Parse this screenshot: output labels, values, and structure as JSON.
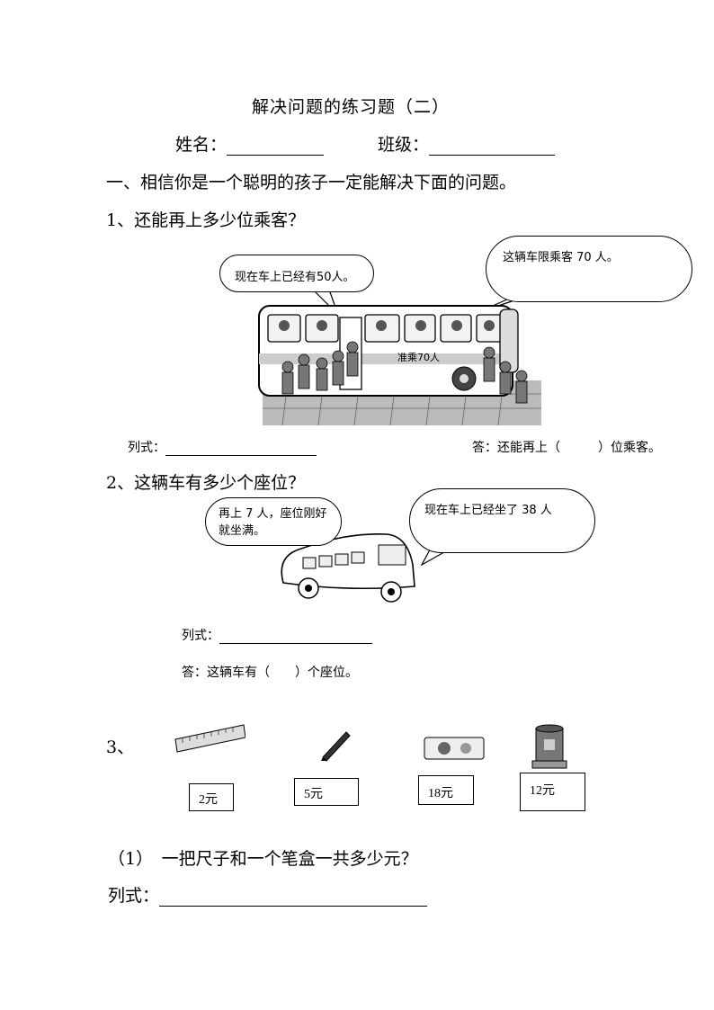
{
  "title": "解决问题的练习题（二）",
  "header": {
    "name_label": "姓名：",
    "class_label": "班级："
  },
  "section1": {
    "heading": "一、相信你是一个聪明的孩子一定能解决下面的问题。"
  },
  "q1": {
    "question": "1、还能再上多少位乘客？",
    "bubble_left": "现在车上已经有50人。",
    "bubble_right": "这辆车限乘客 70 人。",
    "bus_sign": "准乘70人",
    "formula_label": "列式：",
    "answer": "答：还能再上（　　　）位乘客。"
  },
  "q2": {
    "question": "2、这辆车有多少个座位？",
    "bubble_left": "再上 7 人，座位刚好就坐满。",
    "bubble_right": "现在车上已经坐了 38 人",
    "formula_label": "列式：",
    "answer": "答：这辆车有（　　）个座位。"
  },
  "q3": {
    "number": "3、",
    "items": [
      {
        "name": "ruler",
        "price": "2元"
      },
      {
        "name": "pen",
        "price": "5元"
      },
      {
        "name": "pencil-box",
        "price": "18元"
      },
      {
        "name": "pen-holder",
        "price": "12元"
      }
    ],
    "sub1": "（1）　一把尺子和一个笔盒一共多少元？",
    "formula_label": "列式："
  }
}
